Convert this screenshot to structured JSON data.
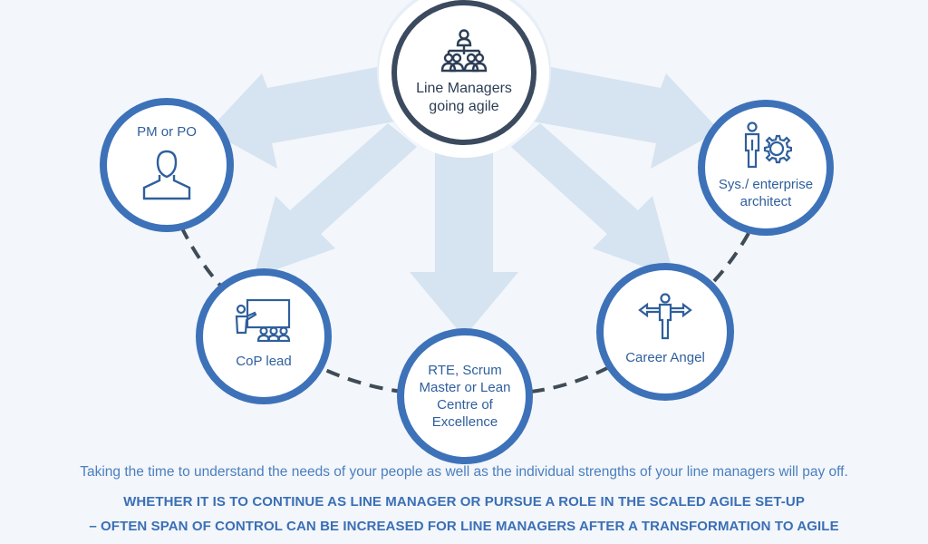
{
  "colors": {
    "background": "#f3f6fa",
    "node_border": "#3d72b9",
    "center_border": "#3b4a5e",
    "arrow_fill": "#d6e3f0",
    "dashed_connector": "#3f4b55",
    "text_blue": "#3a6fb6"
  },
  "diagram": {
    "center": {
      "label_line1": "Line Managers",
      "label_line2": "going agile",
      "icon": "team-hierarchy-icon"
    },
    "nodes": {
      "pm": {
        "label_line1": "PM or PO",
        "icon": "person-bust-icon"
      },
      "architect": {
        "label_line1": "Sys./ enterprise",
        "label_line2": "architect",
        "icon": "person-gear-icon"
      },
      "cop": {
        "label_line1": "CoP lead",
        "icon": "presenter-board-icon"
      },
      "rte": {
        "label_line1": "RTE, Scrum",
        "label_line2": "Master or Lean",
        "label_line3": "Centre of",
        "label_line4": "Excellence"
      },
      "career": {
        "label_line1": "Career Angel",
        "icon": "person-signpost-icon"
      }
    }
  },
  "caption": {
    "line1": "Taking the time to understand the needs of your people as well as the individual strengths of your line managers will pay off.",
    "line2": "WHETHER IT IS TO CONTINUE AS LINE MANAGER OR PURSUE A ROLE IN THE SCALED AGILE SET-UP",
    "line3": "– OFTEN SPAN OF CONTROL CAN BE INCREASED FOR LINE MANAGERS AFTER A TRANSFORMATION TO AGILE"
  }
}
